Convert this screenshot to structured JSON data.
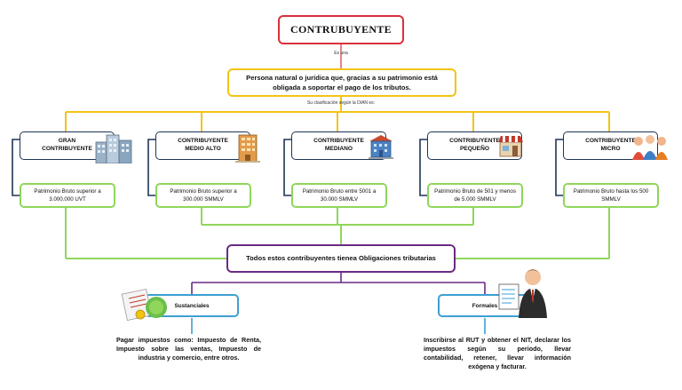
{
  "root": {
    "title": "CONTRUBUYENTE",
    "connector": "Es una"
  },
  "definition": {
    "text": "Persona natural o jurídica que, gracias a su patrimonio está obligada a soportar el pago de los tributos.",
    "connector": "Su clasificación según la DIAN es:"
  },
  "categories": [
    {
      "line1": "GRAN",
      "line2": "CONTRIBUYENTE",
      "patrimonio": "Patrimonio Bruto superior a 3.000.000 UVT",
      "icon": "buildings-icon"
    },
    {
      "line1": "CONTRIBUYENTE",
      "line2": "MEDIO ALTO",
      "patrimonio": "Patrimonio Bruto superior a 300.000 SMMLV",
      "icon": "office-building-icon"
    },
    {
      "line1": "CONTRIBUYENTE",
      "line2": "MEDIANO",
      "patrimonio": "Patrimonio Bruto entre 5001 a 30.000 SMMLV",
      "icon": "bank-building-icon"
    },
    {
      "line1": "CONTRIBUYENTE",
      "line2": "PEQUEÑO",
      "patrimonio": "Patrimonio Bruto de 501 y menos de 5.000 SMMLV",
      "icon": "store-icon"
    },
    {
      "line1": "CONTRIBUYENTE",
      "line2": "MICRO",
      "patrimonio": "Patrimonio Bruto hasta los 500 SMMLV",
      "icon": "people-group-icon"
    }
  ],
  "obligations": {
    "title": "Todos estos contribuyentes tienea Obligaciones tributarias",
    "sustanciales": {
      "label": "Sustanciales",
      "text": "Pagar impuestos como: Impuesto de Renta, Impuesto sobre las ventas, Impuesto de industria y comercio, entre otros."
    },
    "formales": {
      "label": "Formales",
      "text": "Inscribirse al RUT y obtener el NIT, declarar los impuestos según su periodo, llevar contabilidad, retener, llevar información exógena y facturar."
    }
  },
  "colors": {
    "red": "#d9313b",
    "yellow": "#f2c413",
    "navy": "#1d3556",
    "green": "#8fd65a",
    "purple": "#6b2a84",
    "blue": "#3d9fd4"
  }
}
